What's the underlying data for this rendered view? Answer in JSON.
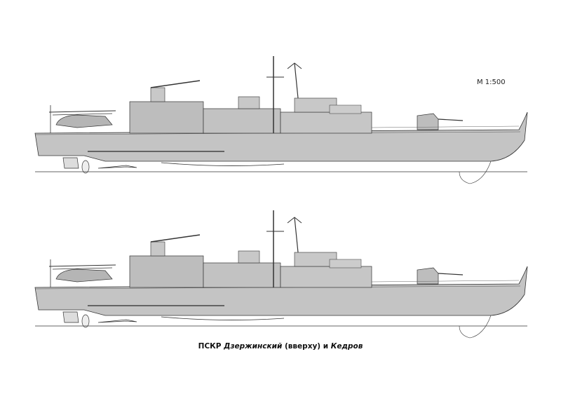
{
  "scale_label": "М 1:500",
  "caption": {
    "prefix": "ПСКР",
    "ship1": "Дзержинский",
    "middle": "(вверху) и",
    "ship2": "Кедров"
  },
  "colors": {
    "hull": "#c4c4c4",
    "line": "#333333"
  }
}
